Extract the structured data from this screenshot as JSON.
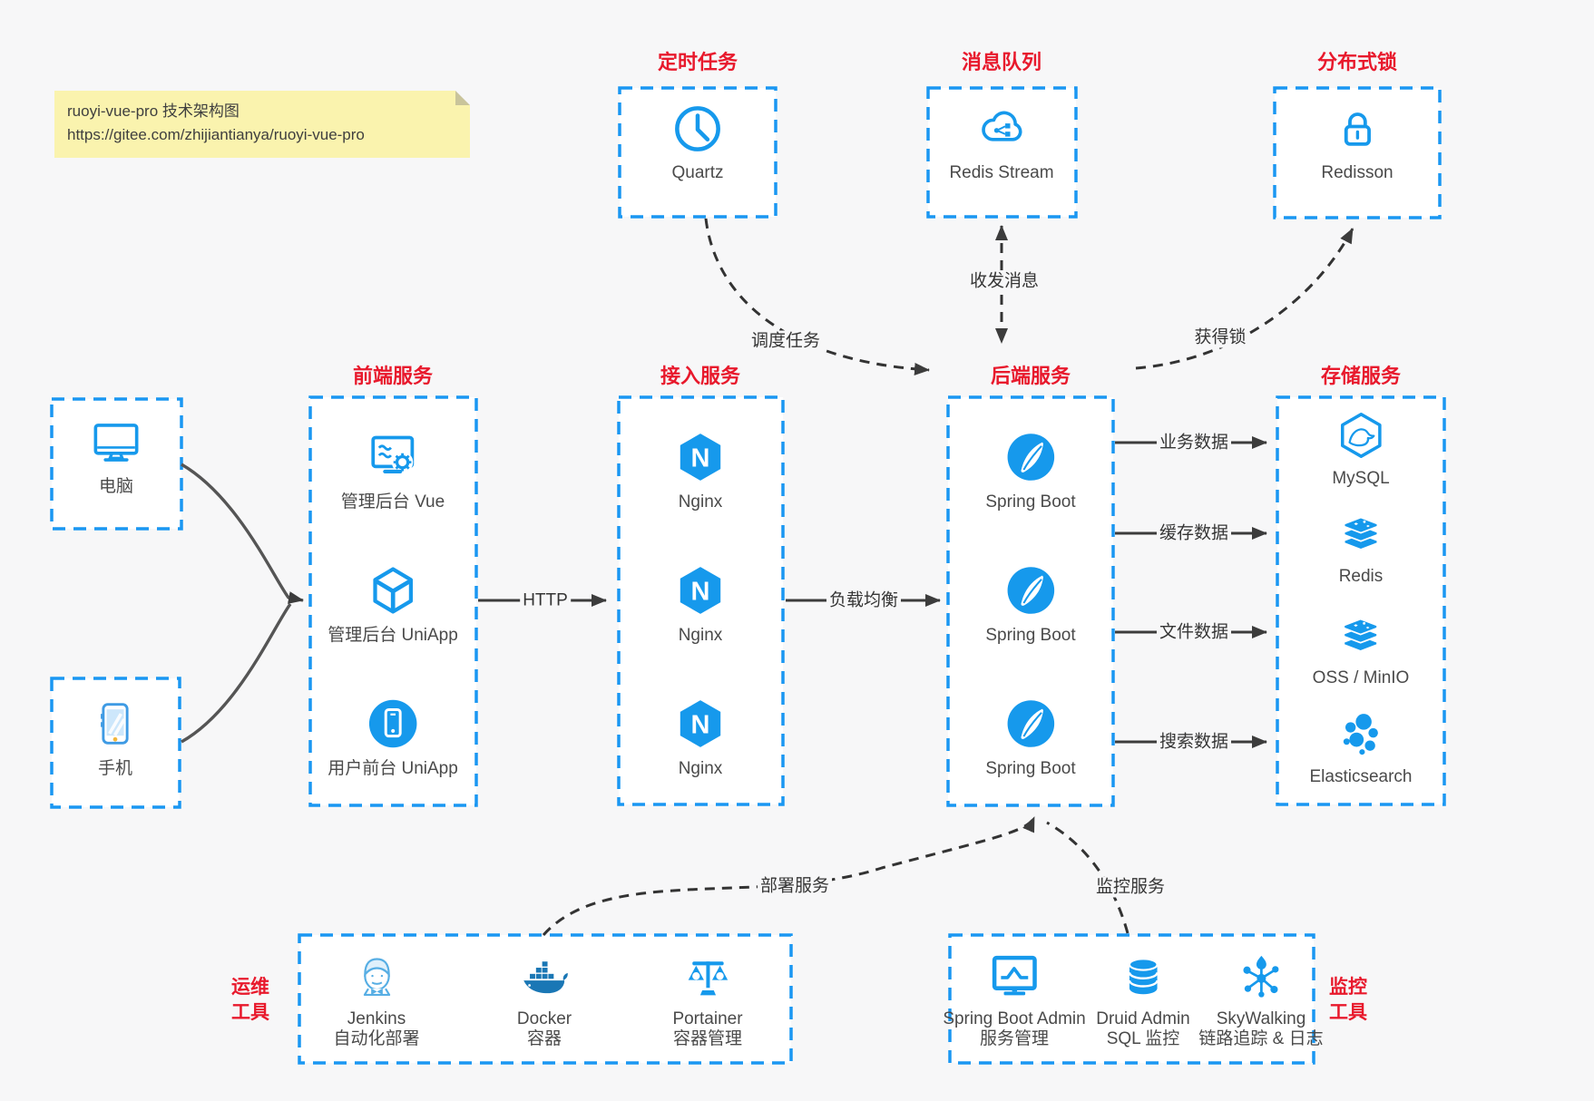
{
  "note": {
    "line1": "ruoyi-vue-pro 技术架构图",
    "line2": "https://gitee.com/zhijiantianya/ruoyi-vue-pro"
  },
  "colors": {
    "blue": "#1699ec",
    "border_blue": "#1a97f2",
    "red": "#e8192c",
    "wire": "#474747",
    "dash": "#333333"
  },
  "top_groups": [
    {
      "title": "定时任务",
      "label": "Quartz",
      "icon": "clock-icon"
    },
    {
      "title": "消息队列",
      "label": "Redis Stream",
      "icon": "cloud-network-icon"
    },
    {
      "title": "分布式锁",
      "label": "Redisson",
      "icon": "lock-icon"
    }
  ],
  "devices": [
    {
      "label": "电脑",
      "icon": "computer-icon"
    },
    {
      "label": "手机",
      "icon": "phone-icon"
    }
  ],
  "columns": {
    "frontend": {
      "title": "前端服务",
      "items": [
        {
          "label": "管理后台 Vue",
          "icon": "admin-vue-icon"
        },
        {
          "label": "管理后台 UniApp",
          "icon": "cube-icon"
        },
        {
          "label": "用户前台 UniApp",
          "icon": "phone-circle-icon"
        }
      ]
    },
    "gateway": {
      "title": "接入服务",
      "items": [
        {
          "label": "Nginx",
          "icon": "nginx-icon"
        },
        {
          "label": "Nginx",
          "icon": "nginx-icon"
        },
        {
          "label": "Nginx",
          "icon": "nginx-icon"
        }
      ]
    },
    "backend": {
      "title": "后端服务",
      "items": [
        {
          "label": "Spring Boot",
          "icon": "spring-icon"
        },
        {
          "label": "Spring Boot",
          "icon": "spring-icon"
        },
        {
          "label": "Spring Boot",
          "icon": "spring-icon"
        }
      ]
    },
    "storage": {
      "title": "存储服务",
      "items": [
        {
          "label": "MySQL",
          "icon": "mysql-icon"
        },
        {
          "label": "Redis",
          "icon": "stack-icon"
        },
        {
          "label": "OSS / MinIO",
          "icon": "stack-icon"
        },
        {
          "label": "Elasticsearch",
          "icon": "elasticsearch-icon"
        }
      ]
    }
  },
  "bottom_groups": {
    "ops": {
      "title": [
        "运维",
        "工具"
      ],
      "items": [
        {
          "label": "Jenkins",
          "sublabel": "自动化部署",
          "icon": "jenkins-icon"
        },
        {
          "label": "Docker",
          "sublabel": "容器",
          "icon": "docker-icon"
        },
        {
          "label": "Portainer",
          "sublabel": "容器管理",
          "icon": "portainer-icon"
        }
      ]
    },
    "monitoring": {
      "title": [
        "监控",
        "工具"
      ],
      "items": [
        {
          "label": "Spring Boot Admin",
          "sublabel": "服务管理",
          "icon": "monitor-chart-icon"
        },
        {
          "label": "Druid Admin",
          "sublabel": "SQL 监控",
          "icon": "database-icon"
        },
        {
          "label": "SkyWalking",
          "sublabel": "链路追踪 & 日志",
          "icon": "topology-icon"
        }
      ]
    }
  },
  "edges": {
    "http": "HTTP",
    "load_balance": "负载均衡",
    "business": "业务数据",
    "cache": "缓存数据",
    "file": "文件数据",
    "search": "搜索数据",
    "schedule": "调度任务",
    "message": "收发消息",
    "lock": "获得锁",
    "deploy": "部署服务",
    "monitor": "监控服务"
  }
}
